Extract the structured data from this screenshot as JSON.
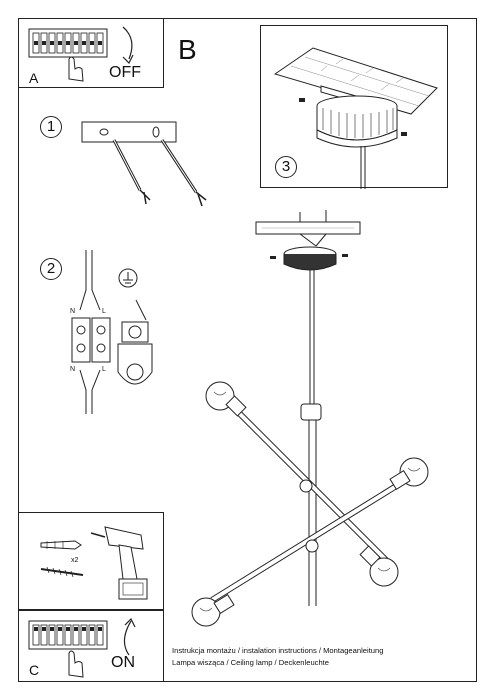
{
  "panel_a": {
    "letter": "A",
    "state": "OFF"
  },
  "panel_c": {
    "letter": "C",
    "state": "ON",
    "screw_count": "x2"
  },
  "section_b": {
    "letter": "B"
  },
  "steps": [
    "1",
    "2",
    "3"
  ],
  "wiring": {
    "left_top": "N",
    "right_top": "L",
    "left_bottom": "N",
    "right_bottom": "L"
  },
  "caption": {
    "line1": "Instrukcja montażu / instalation instructions / Montageanleitung",
    "line2": "Lampa wisząca / Ceiling lamp  / Deckenleuchte"
  },
  "icons": [
    "switch-off-icon",
    "switch-on-icon",
    "drill-icon",
    "wall-plug-icon",
    "screw-icon",
    "ground-icon",
    "terminal-block-icon"
  ]
}
